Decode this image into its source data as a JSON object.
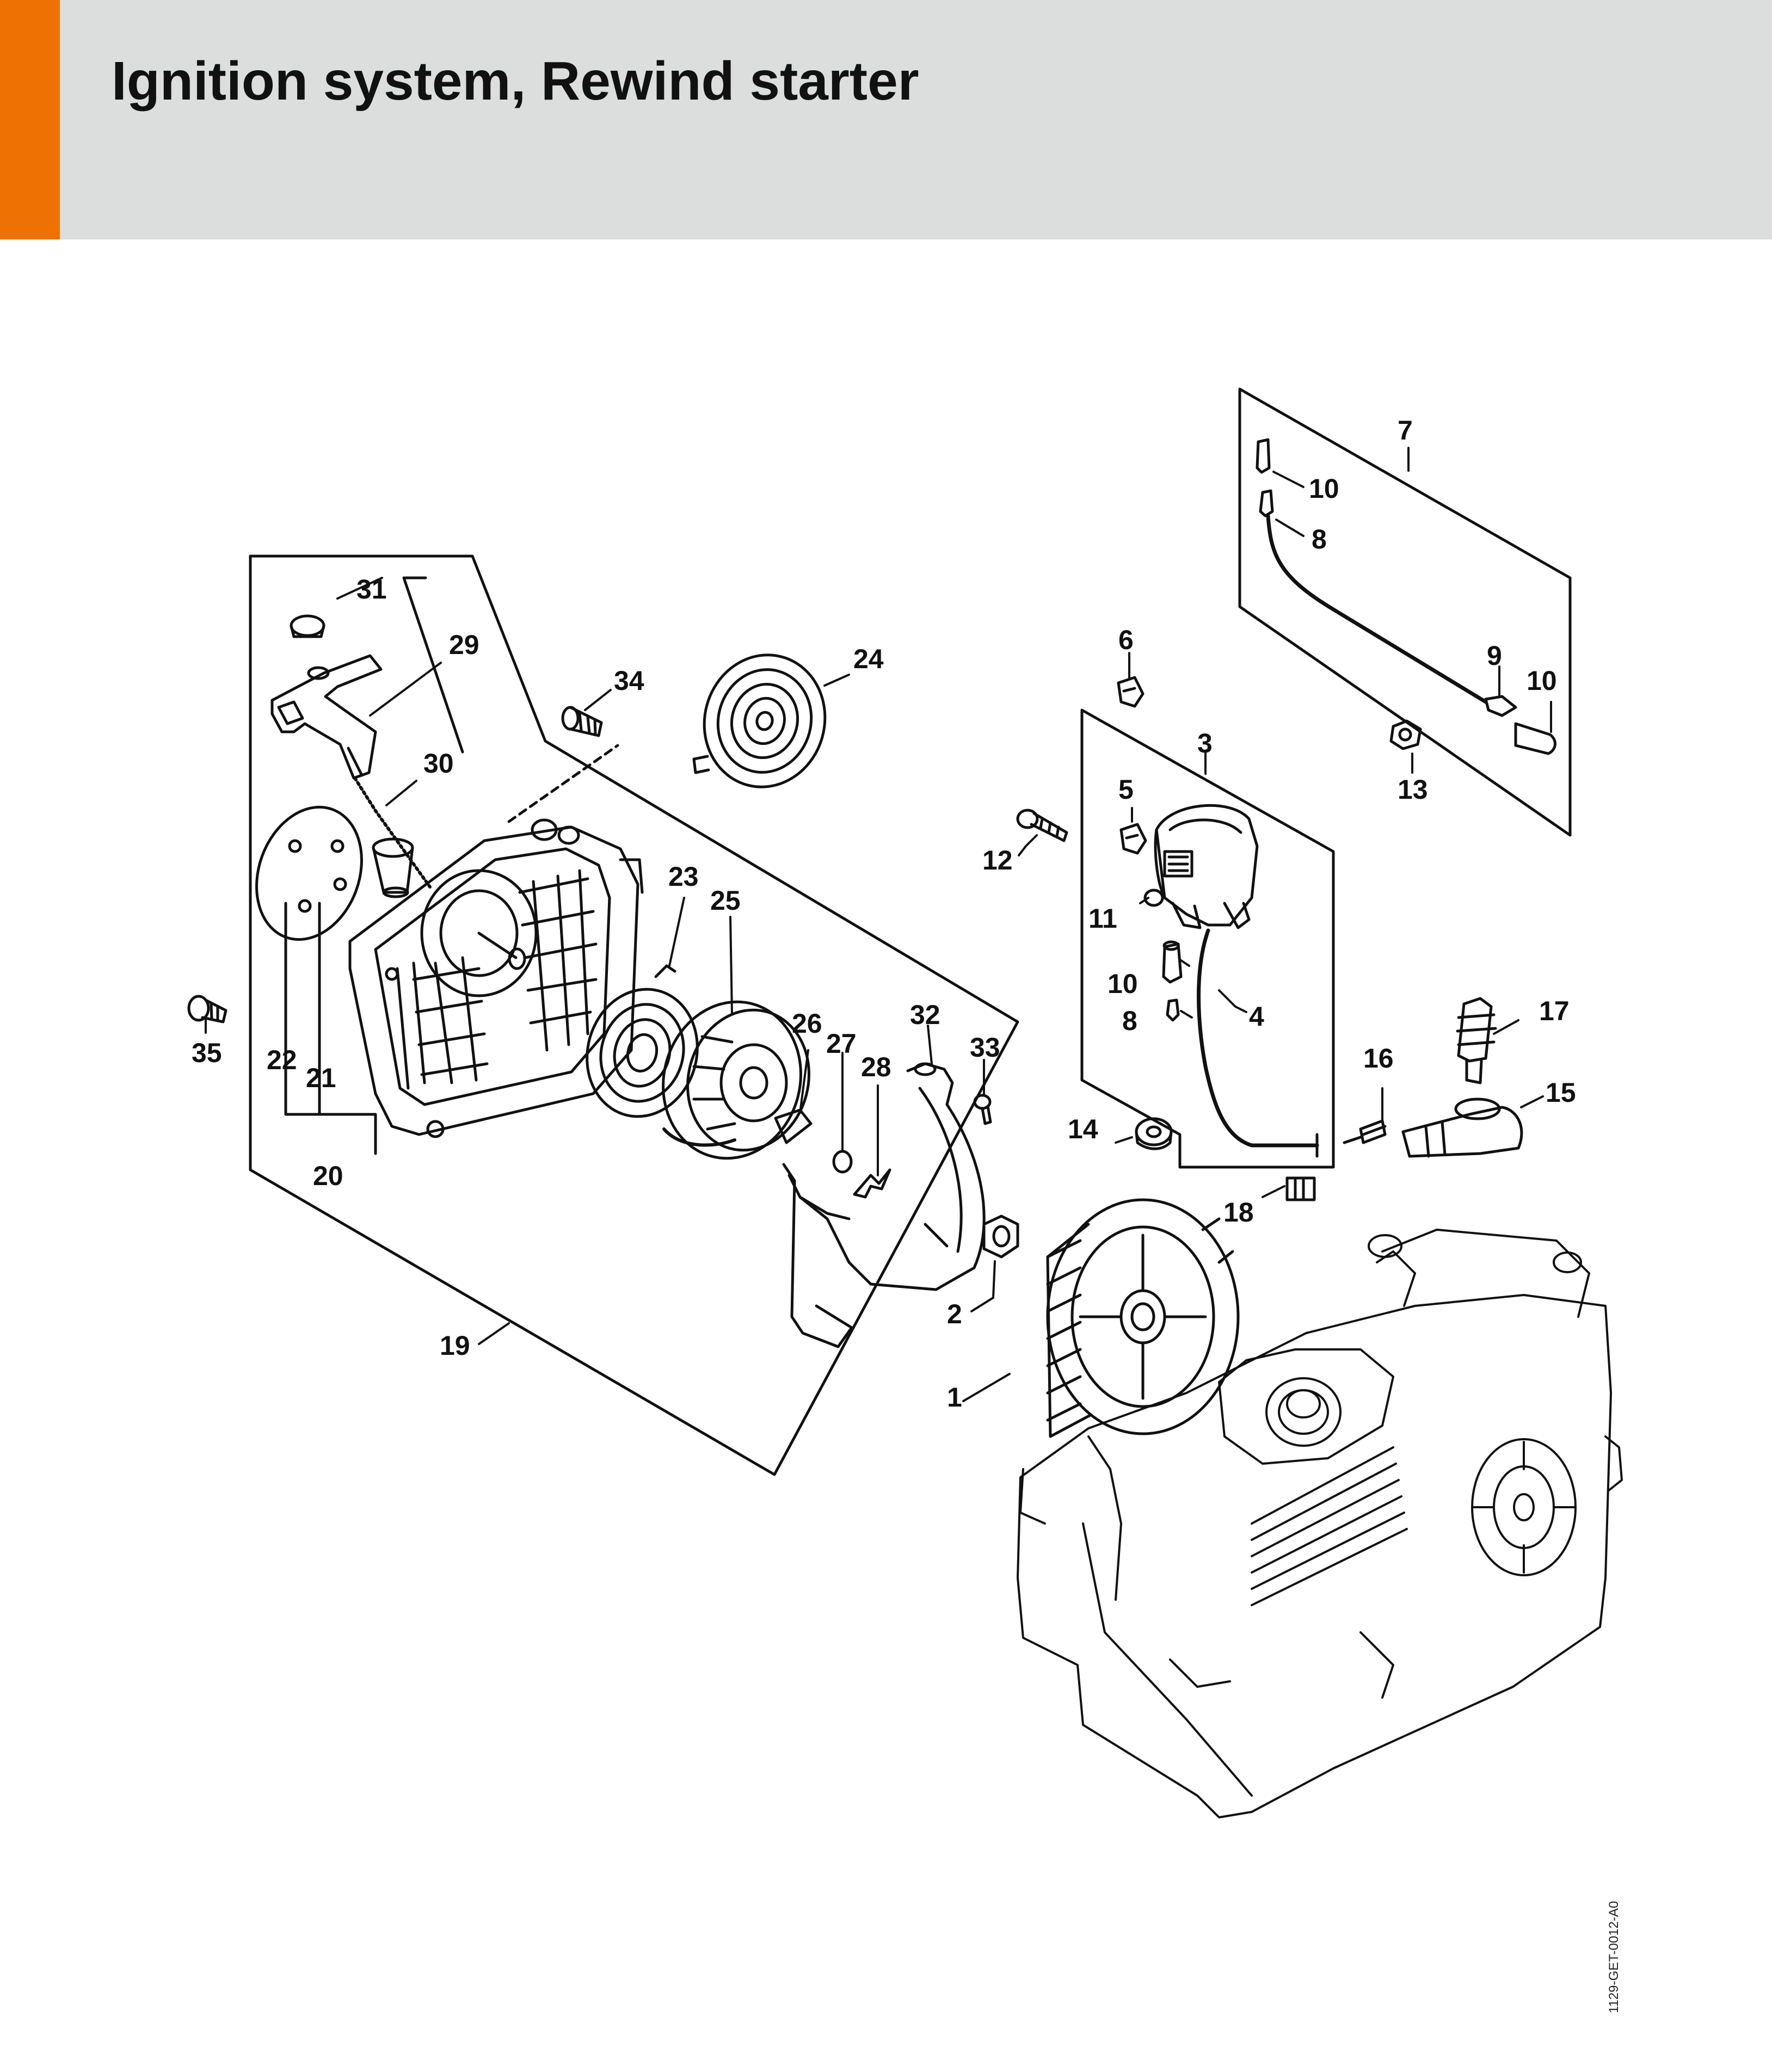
{
  "header": {
    "title": "Ignition system, Rewind starter",
    "accent_color": "#ee7203",
    "background_color": "#dcdddd"
  },
  "diagram": {
    "reference": "1129-GET-0012-A0",
    "callouts": [
      "1",
      "2",
      "3",
      "4",
      "5",
      "6",
      "7",
      "8",
      "8",
      "9",
      "10",
      "10",
      "10",
      "10",
      "11",
      "12",
      "13",
      "14",
      "15",
      "16",
      "17",
      "18",
      "19",
      "20",
      "21",
      "22",
      "23",
      "24",
      "25",
      "26",
      "27",
      "28",
      "29",
      "30",
      "31",
      "32",
      "33",
      "34",
      "35"
    ]
  }
}
